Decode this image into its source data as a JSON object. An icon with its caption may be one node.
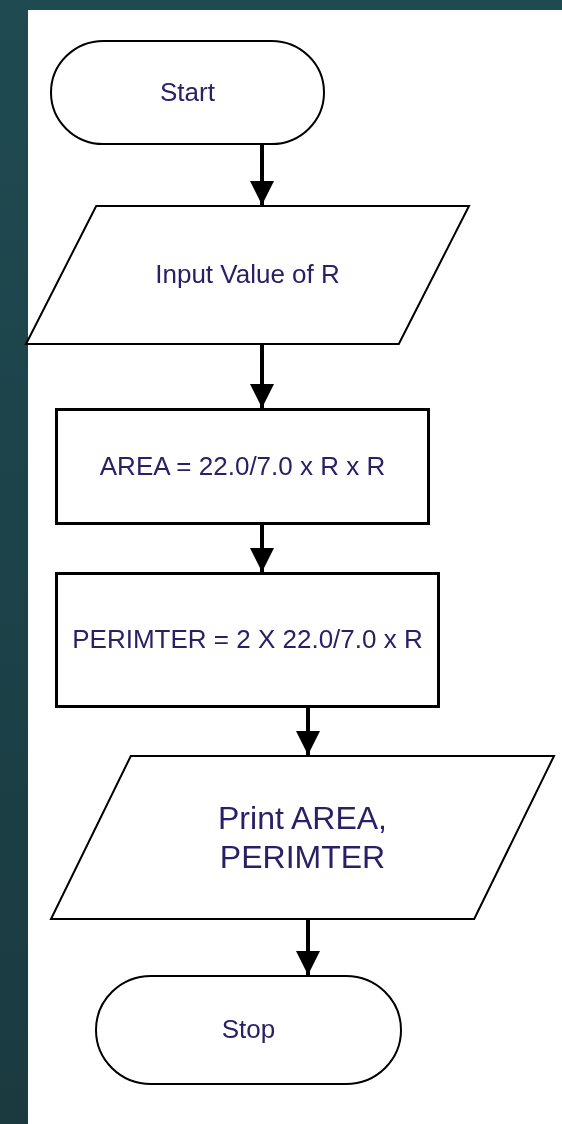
{
  "diagram": {
    "nodes": [
      {
        "text": [
          "Start"
        ]
      },
      {
        "text": [
          "Input Value of R"
        ]
      },
      {
        "text": [
          "AREA = 22.0/7.0 x R x R"
        ]
      },
      {
        "text": [
          "PERIMTER = 2 X 22.0/7.0 x R"
        ]
      },
      {
        "text": [
          "Print AREA, PERIMTER"
        ]
      },
      {
        "text": [
          "Stop"
        ]
      }
    ],
    "edges": [
      {
        "from": 0,
        "to": 1,
        "arrow": "to"
      },
      {
        "from": 1,
        "to": 2,
        "arrow": "to"
      },
      {
        "from": 2,
        "to": 3,
        "arrow": "to"
      },
      {
        "from": 3,
        "to": 4,
        "arrow": "to"
      },
      {
        "from": 4,
        "to": 5,
        "arrow": "to"
      }
    ]
  }
}
